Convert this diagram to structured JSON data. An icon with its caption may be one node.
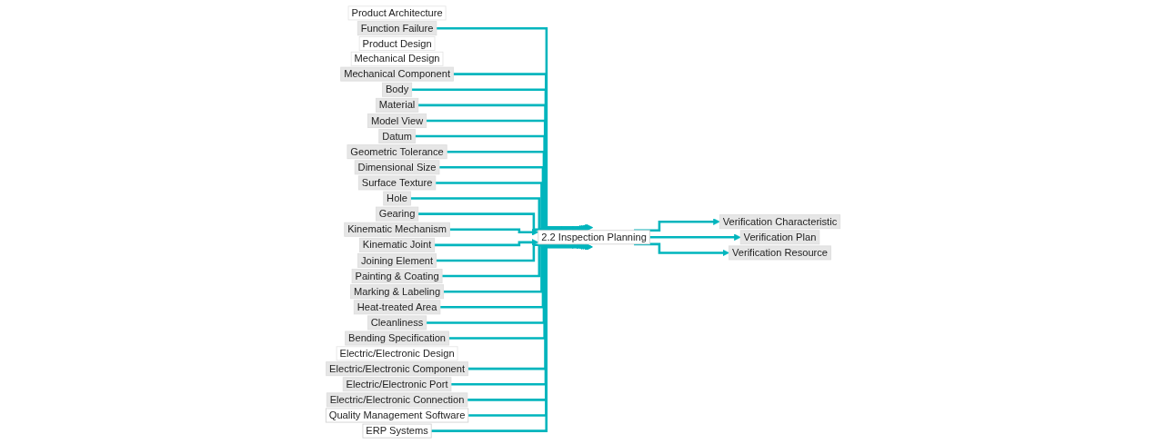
{
  "diagram": {
    "nodes": [
      {
        "text": [
          "Product Architecture"
        ]
      },
      {
        "text": [
          "Function Failure"
        ]
      },
      {
        "text": [
          "Product Design"
        ]
      },
      {
        "text": [
          "Mechanical Design"
        ]
      },
      {
        "text": [
          "Mechanical Component"
        ]
      },
      {
        "text": [
          "Body"
        ]
      },
      {
        "text": [
          "Material"
        ]
      },
      {
        "text": [
          "Model View"
        ]
      },
      {
        "text": [
          "Datum"
        ]
      },
      {
        "text": [
          "Geometric Tolerance"
        ]
      },
      {
        "text": [
          "Dimensional Size"
        ]
      },
      {
        "text": [
          "Surface Texture"
        ]
      },
      {
        "text": [
          "Hole"
        ]
      },
      {
        "text": [
          "Gearing"
        ]
      },
      {
        "text": [
          "Kinematic Mechanism"
        ]
      },
      {
        "text": [
          "Kinematic Joint"
        ]
      },
      {
        "text": [
          "Joining Element"
        ]
      },
      {
        "text": [
          "Painting & Coating"
        ]
      },
      {
        "text": [
          "Marking & Labeling"
        ]
      },
      {
        "text": [
          "Heat-treated Area"
        ]
      },
      {
        "text": [
          "Cleanliness"
        ]
      },
      {
        "text": [
          "Bending Specification"
        ]
      },
      {
        "text": [
          "Electric/Electronic Design"
        ]
      },
      {
        "text": [
          "Electric/Electronic Component"
        ]
      },
      {
        "text": [
          "Electric/Electronic Port"
        ]
      },
      {
        "text": [
          "Electric/Electronic Connection"
        ]
      },
      {
        "text": [
          "2.2 Inspection Planning"
        ]
      },
      {
        "text": [
          "Verification Characteristic"
        ]
      },
      {
        "text": [
          "Verification Plan"
        ]
      },
      {
        "text": [
          "Verification Resource"
        ]
      },
      {
        "text": [
          "Quality Management Software"
        ]
      },
      {
        "text": [
          "ERP Systems"
        ]
      }
    ],
    "edges": [
      {
        "from": 1,
        "to": 26,
        "arrow": "to"
      },
      {
        "from": 4,
        "to": 26,
        "arrow": "to"
      },
      {
        "from": 5,
        "to": 26,
        "arrow": "to"
      },
      {
        "from": 6,
        "to": 26,
        "arrow": "to"
      },
      {
        "from": 7,
        "to": 26,
        "arrow": "to"
      },
      {
        "from": 8,
        "to": 26,
        "arrow": "to"
      },
      {
        "from": 9,
        "to": 26,
        "arrow": "to"
      },
      {
        "from": 10,
        "to": 26,
        "arrow": "to"
      },
      {
        "from": 11,
        "to": 26,
        "arrow": "to"
      },
      {
        "from": 12,
        "to": 26,
        "arrow": "to"
      },
      {
        "from": 13,
        "to": 26,
        "arrow": "to"
      },
      {
        "from": 14,
        "to": 26,
        "arrow": "to"
      },
      {
        "from": 15,
        "to": 26,
        "arrow": "to"
      },
      {
        "from": 16,
        "to": 26,
        "arrow": "to"
      },
      {
        "from": 17,
        "to": 26,
        "arrow": "to"
      },
      {
        "from": 18,
        "to": 26,
        "arrow": "to"
      },
      {
        "from": 19,
        "to": 26,
        "arrow": "to"
      },
      {
        "from": 20,
        "to": 26,
        "arrow": "to"
      },
      {
        "from": 21,
        "to": 26,
        "arrow": "to"
      },
      {
        "from": 23,
        "to": 26,
        "arrow": "to"
      },
      {
        "from": 24,
        "to": 26,
        "arrow": "to"
      },
      {
        "from": 25,
        "to": 26,
        "arrow": "to"
      },
      {
        "from": 26,
        "to": 27,
        "arrow": "to"
      },
      {
        "from": 26,
        "to": 28,
        "arrow": "to"
      },
      {
        "from": 26,
        "to": 29,
        "arrow": "to"
      },
      {
        "from": 30,
        "to": 26,
        "arrow": "to"
      },
      {
        "from": 31,
        "to": 26,
        "arrow": "to"
      }
    ]
  }
}
